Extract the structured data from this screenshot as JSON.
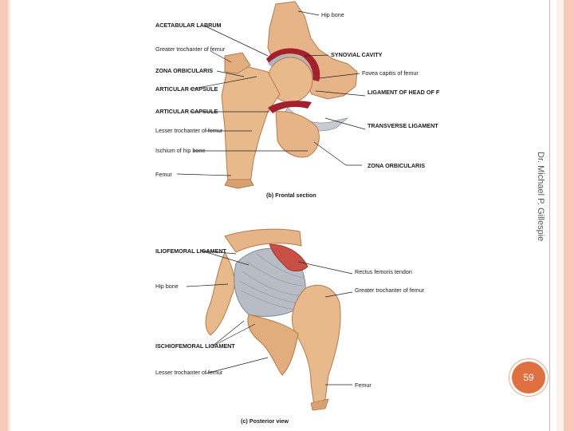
{
  "colors": {
    "accent": "#e0703f",
    "border": "#f6c9b8",
    "bone": "#e8b98a",
    "cartilage": "#a9b6c6",
    "synovial_red": "#a3212c",
    "ligament_gray": "#b8bcc4"
  },
  "frontal": {
    "labels_left": [
      "ACETABULAR LABRUM",
      "Greater trochanter of femur",
      "ZONA ORBICULARIS",
      "ARTICULAR CAPSULE",
      "ARTICULAR CAPSULE",
      "Lesser trochanter of femur",
      "Ischium of hip bone",
      "Femur"
    ],
    "labels_right": [
      "Hip bone",
      "SYNOVIAL CAVITY",
      "Fovea capitis of femur",
      "LIGAMENT OF HEAD OF FEMUR",
      "TRANSVERSE LIGAMENT OF ACETABULUM",
      "ZONA ORBICULARIS"
    ],
    "caption": "(b) Frontal section"
  },
  "posterior": {
    "labels_left": [
      "ILIOFEMORAL LIGAMENT",
      "Hip bone",
      "ISCHIOFEMORAL LIGAMENT",
      "Lesser trochanter of femur"
    ],
    "labels_right": [
      "Rectus femoris tendon",
      "Greater trochanter of femur",
      "Femur"
    ],
    "caption": "(c) Posterior view"
  },
  "author": "Dr. Michael P. Gillespie",
  "page_number": "59"
}
